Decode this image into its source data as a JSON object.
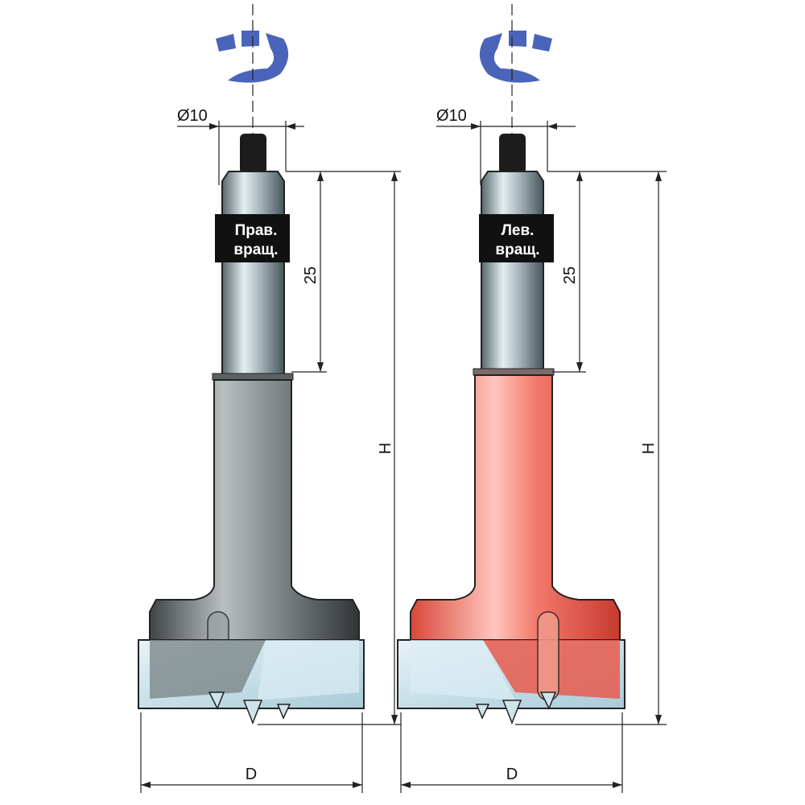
{
  "title": "Forstner drill bits: right-hand and left-hand rotation",
  "drills": [
    {
      "id": "right",
      "rotation_icon": "clockwise-arrow-icon",
      "shank_diameter": "Ø10",
      "band_line1": "Прав.",
      "band_line2": "вращ.",
      "shank_length": "25",
      "height": "H",
      "diameter": "D",
      "body_color": "#7d8587"
    },
    {
      "id": "left",
      "rotation_icon": "counterclockwise-arrow-icon",
      "shank_diameter": "Ø10",
      "band_line1": "Лев.",
      "band_line2": "вращ.",
      "shank_length": "25",
      "height": "H",
      "diameter": "D",
      "body_color": "#e85a4c"
    }
  ],
  "colors": {
    "arrow": "#4a64b9",
    "cutter": "#c9e4ee",
    "band": "#111111"
  }
}
